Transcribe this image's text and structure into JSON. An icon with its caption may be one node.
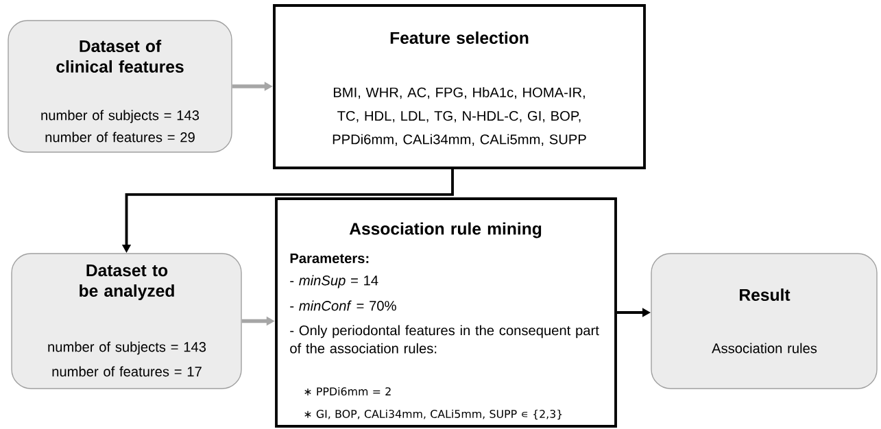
{
  "diagram": {
    "nodes": [
      {
        "text": [
          "Dataset of clinical features",
          "number of subjects = 143",
          "number of features = 29"
        ]
      },
      {
        "text": [
          "Feature selection",
          "BMI, WHR, AC, FPG, HbA1c, HOMA-IR, TC, HDL, LDL, TG, N-HDL-C, GI, BOP, PPDi6mm, CALi34mm, CALi5mm, SUPP"
        ]
      },
      {
        "text": [
          "Dataset to be analyzed",
          "number of subjects = 143",
          "number of features = 17"
        ]
      },
      {
        "text": [
          "Association rule mining",
          "Parameters:",
          "- *minSup* = 14",
          "- *minConf* = 70%",
          "- Only periodontal features in the consequent part of the association rules:",
          "∗ PPDi6mm = 2",
          "∗ GI, BOP, CALi34mm, CALi5mm, SUPP ∊ {2,3}"
        ]
      },
      {
        "text": [
          "Result",
          "Association rules"
        ]
      }
    ],
    "edges": [
      {
        "from": 0,
        "to": 1,
        "arrow": "to",
        "color": "#a6a6a6"
      },
      {
        "from": 1,
        "to": 2,
        "arrow": "to",
        "color": "#000000"
      },
      {
        "from": 2,
        "to": 3,
        "arrow": "to",
        "color": "#a6a6a6"
      },
      {
        "from": 3,
        "to": 4,
        "arrow": "to",
        "color": "#000000"
      }
    ]
  }
}
